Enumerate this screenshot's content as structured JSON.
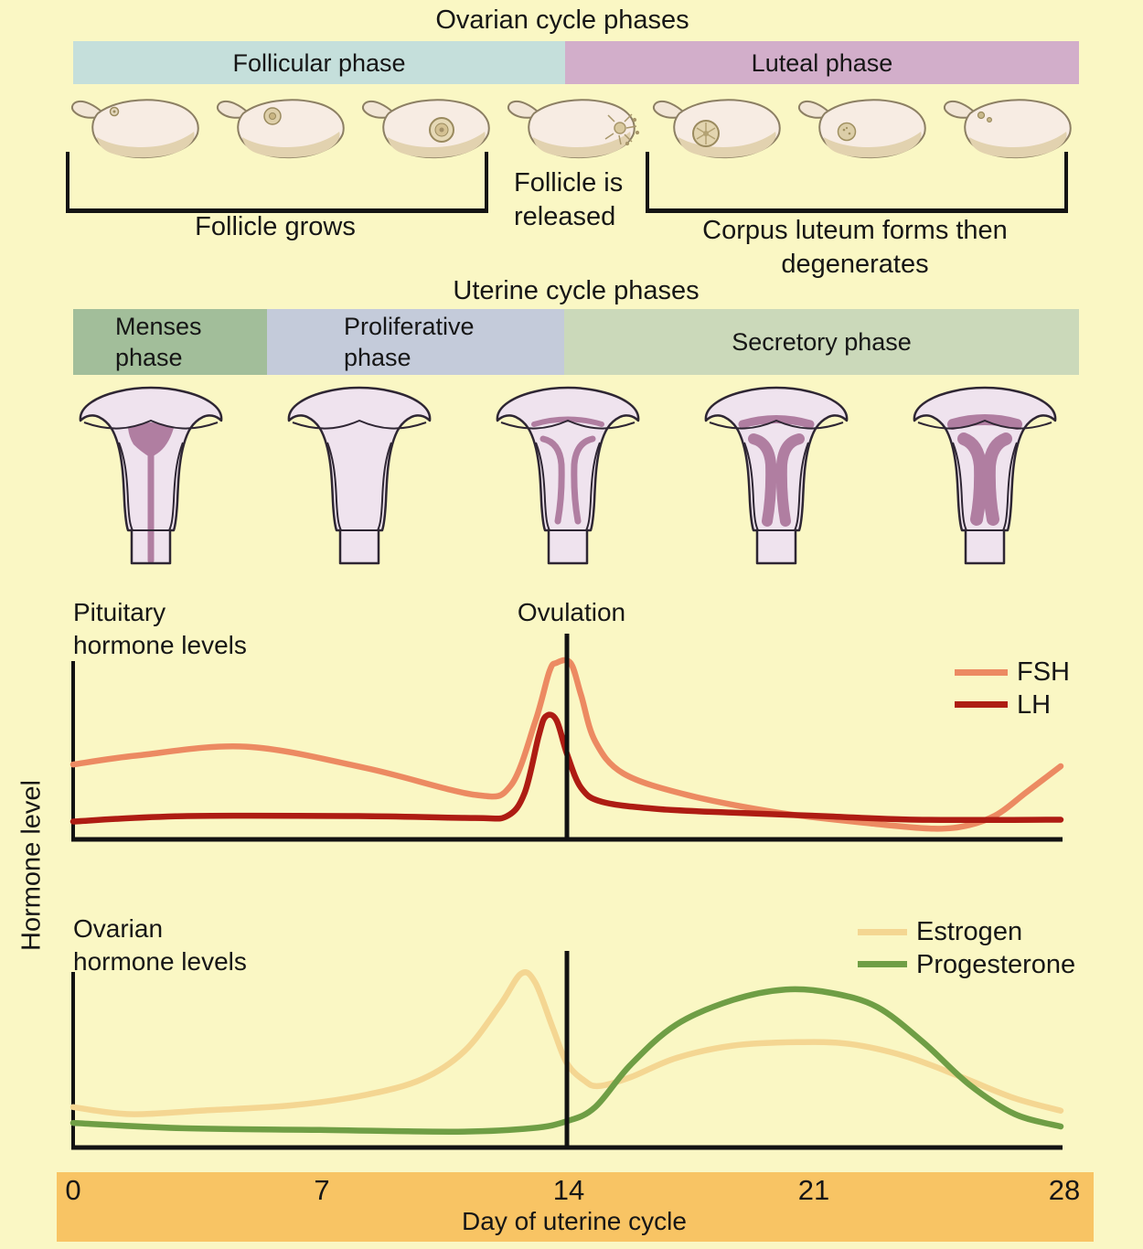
{
  "background": "#FAF7C4",
  "ovarian_cycle": {
    "title": "Ovarian cycle phases",
    "phases": [
      {
        "label": "Follicular phase",
        "color": "#C5DFDB"
      },
      {
        "label": "Luteal phase",
        "color": "#D2AECA"
      }
    ],
    "follicle_grows_label": "Follicle grows",
    "follicle_released_line1": "Follicle is",
    "follicle_released_line2": "released",
    "corpus_luteum_line1": "Corpus luteum forms then",
    "corpus_luteum_line2": "degenerates"
  },
  "uterine_cycle": {
    "title": "Uterine cycle phases",
    "phases": [
      {
        "label_line1": "Menses",
        "label_line2": "phase",
        "color": "#A2BE9A"
      },
      {
        "label_line1": "Proliferative",
        "label_line2": "phase",
        "color": "#C4CBDA"
      },
      {
        "label_line1": "Secretory phase",
        "label_line2": "",
        "color": "#CBD9BA"
      }
    ]
  },
  "pituitary_chart": {
    "label_line1": "Pituitary",
    "label_line2": "hormone levels",
    "ovulation_label": "Ovulation"
  },
  "ovarian_chart": {
    "label_line1": "Ovarian",
    "label_line2": "hormone levels"
  },
  "y_axis_label": "Hormone level",
  "x_axis": {
    "ticks": [
      "0",
      "7",
      "14",
      "21",
      "28"
    ],
    "label": "Day of uterine cycle",
    "band_color": "#F8C464"
  },
  "chart_data": [
    {
      "type": "line",
      "title": "Pituitary hormone levels",
      "x_label": "Day of uterine cycle",
      "x_range": [
        0,
        28
      ],
      "y_label": "Hormone level (relative)",
      "ovulation_day": 14,
      "legend_position": "right",
      "series": [
        {
          "name": "FSH",
          "color": "#EC8A62",
          "points": [
            [
              0,
              42
            ],
            [
              1.8,
              47
            ],
            [
              4.9,
              52
            ],
            [
              8.3,
              40
            ],
            [
              11.4,
              25
            ],
            [
              12.4,
              30
            ],
            [
              13.1,
              66
            ],
            [
              13.5,
              94
            ],
            [
              13.7,
              99
            ],
            [
              14.1,
              99
            ],
            [
              14.4,
              81
            ],
            [
              14.8,
              55
            ],
            [
              15.6,
              37
            ],
            [
              17.4,
              25
            ],
            [
              20,
              15
            ],
            [
              22.6,
              9
            ],
            [
              24.4,
              6
            ],
            [
              25.4,
              8
            ],
            [
              26.2,
              14
            ],
            [
              27,
              26
            ],
            [
              28,
              41
            ]
          ]
        },
        {
          "name": "LH",
          "color": "#AE1C13",
          "points": [
            [
              0,
              10
            ],
            [
              3.1,
              13
            ],
            [
              8.3,
              13
            ],
            [
              11.4,
              12
            ],
            [
              12.3,
              13
            ],
            [
              12.8,
              26
            ],
            [
              13.2,
              58
            ],
            [
              13.4,
              69
            ],
            [
              13.7,
              67
            ],
            [
              14,
              48
            ],
            [
              14.4,
              29
            ],
            [
              15,
              21
            ],
            [
              16.6,
              17
            ],
            [
              18.7,
              15
            ],
            [
              21.3,
              13
            ],
            [
              23.9,
              11
            ],
            [
              28,
              11
            ]
          ]
        }
      ]
    },
    {
      "type": "line",
      "title": "Ovarian hormone levels",
      "x_label": "Day of uterine cycle",
      "x_range": [
        0,
        28
      ],
      "y_label": "Hormone level (relative)",
      "ovulation_day": 14,
      "legend_position": "right",
      "series": [
        {
          "name": "Estrogen",
          "color": "#F4D692",
          "points": [
            [
              0,
              23
            ],
            [
              1.6,
              19
            ],
            [
              3.6,
              21
            ],
            [
              6.2,
              24
            ],
            [
              8.3,
              30
            ],
            [
              9.9,
              39
            ],
            [
              11.1,
              55
            ],
            [
              12.1,
              81
            ],
            [
              12.7,
              99
            ],
            [
              13.1,
              94
            ],
            [
              13.6,
              68
            ],
            [
              14,
              48
            ],
            [
              14.5,
              38
            ],
            [
              14.9,
              35
            ],
            [
              15.8,
              40
            ],
            [
              17.1,
              51
            ],
            [
              18.7,
              58
            ],
            [
              20.5,
              60
            ],
            [
              22,
              59
            ],
            [
              23.6,
              52
            ],
            [
              25.2,
              40
            ],
            [
              26.7,
              28
            ],
            [
              28,
              21
            ]
          ]
        },
        {
          "name": "Progesterone",
          "color": "#6F9E45",
          "points": [
            [
              0,
              14
            ],
            [
              3.1,
              11
            ],
            [
              7,
              10
            ],
            [
              10.9,
              9
            ],
            [
              13,
              11
            ],
            [
              14,
              15
            ],
            [
              14.8,
              23
            ],
            [
              15.8,
              47
            ],
            [
              17.1,
              70
            ],
            [
              18.7,
              84
            ],
            [
              20.2,
              90
            ],
            [
              21.5,
              88
            ],
            [
              22.8,
              80
            ],
            [
              24.1,
              60
            ],
            [
              25.4,
              36
            ],
            [
              26.7,
              19
            ],
            [
              28,
              12
            ]
          ]
        }
      ]
    }
  ]
}
